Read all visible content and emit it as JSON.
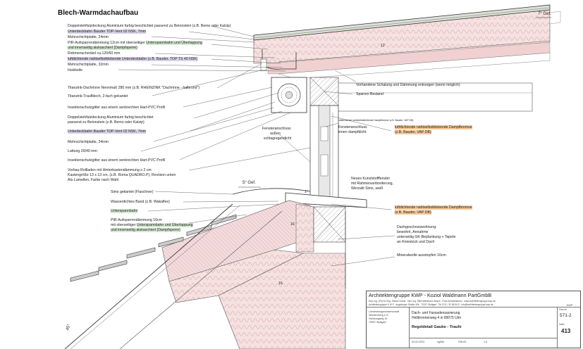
{
  "title": "Blech-Warmdachaufbau",
  "angles": {
    "top_roof": "7° Gef.",
    "sims": "5° Gef.",
    "vertical": "1°",
    "pitch": "45°"
  },
  "dims": {
    "rafter_top": "12",
    "rafter_lower": "16",
    "rafter_lower2": "16"
  },
  "left_labels_top": [
    {
      "text": "Doppelstehfalzdeckung Aluminium farbig beschichtet passend zu Betonstein (z.B. Bemo oder Kalzip)",
      "hl": ""
    },
    {
      "text": "Unterdeckbahn Bauder TOP-Vent 02 NSK, 7mm",
      "hl": "purple"
    },
    {
      "text": "Mehrschichtplatte, 24mm",
      "hl": ""
    },
    {
      "text": "PIR-Aufsparrendämmung 12cm mit oberseitiger Unterspannbahn und Überlappung",
      "hl": "green-part"
    },
    {
      "text": "und innenseitig alukaschiert (Dampfsperre)",
      "hl": "green"
    },
    {
      "text": "Rahmenschenkel ca.120/60 mm",
      "hl": ""
    },
    {
      "text": "luftdichtende nahtselbstklebende Unterdeckbahn (z.B. Bauder, TOP TS 40 NSK)",
      "hl": "purple"
    },
    {
      "text": "Mehrschichtplatte, 32mm",
      "hl": ""
    },
    {
      "text": "Holzkeile",
      "hl": ""
    }
  ],
  "left_labels_mid": [
    {
      "text": "Titanzink-Dachrinne Nennmaß 280 mm (z.B. RHEINZINK \"Dachrinne - halbrund\")",
      "hl": ""
    },
    {
      "text": "Titanzink-Traufblech, 2-fach gekantet",
      "hl": ""
    },
    {
      "text": "Insektenschutzgitter aus einem senkrechten Hart-PVC Profil",
      "hl": ""
    },
    {
      "text": "Doppelstehfalzdeckung Aluminium farbig beschichtet",
      "hl": ""
    },
    {
      "text": "passend zu Betonstein (z.B. Bemo oder Kalzip)",
      "hl": ""
    },
    {
      "text": "Unterdeckbahn Bauder TOP-Vent 02 NSK, 7mm",
      "hl": "purple"
    },
    {
      "text": "Mehrschichtplatte, 24mm",
      "hl": ""
    },
    {
      "text": "Lattung 20/40 mm",
      "hl": ""
    },
    {
      "text": "Insektenschutzgitter aus einem senkrechten Hart-PVC Profil",
      "hl": ""
    },
    {
      "text": "Vorbau-Rollladen mit Hinterkastendämmung ≥ 2 cm",
      "hl": ""
    },
    {
      "text": "Kastengröße 13 x 13 cm, (z.B. Roma QUADRO.P), Revision unten",
      "hl": ""
    },
    {
      "text": "Alu Lamellen, Farbe nach Wahl",
      "hl": ""
    }
  ],
  "left_labels_low": [
    {
      "text": "Sims gekantet (Flaschner)",
      "hl": ""
    },
    {
      "text": "Wasserdichtes Band (z.B. Wakaflex)",
      "hl": ""
    },
    {
      "text": "Unterspannbahn",
      "hl": "green"
    },
    {
      "text": "PIR-Aufsparrendämmung 16cm",
      "hl": ""
    },
    {
      "text": "mit oberseitiger Unterspannbahn und Überlappung",
      "hl": "green-part2"
    },
    {
      "text": "und innenseitig alukaschiert (Dampfsperre)",
      "hl": "green"
    }
  ],
  "green_part": {
    "pre": "PIR-Aufsparrendämmung 12cm mit oberseitiger ",
    "hl": "Unterspannbahn und Überlappung"
  },
  "green_part2": {
    "pre": "mit oberseitiger ",
    "hl": "Unterspannbahn und Überlappung"
  },
  "right_labels": {
    "schalung": "Vorhandene Schalung und Dämmung entsorgen (wenn möglich)",
    "sparren": "Sparren Bestand",
    "small_note": "luftdichtende nahtselbstklebende Dampfbremse (z.B. Bauder, VAP DB)",
    "dampf1_a": "luftdichtende nahtselbstklebende Dampfbremse",
    "dampf1_b": "(z.B. Bauder, VAP DB)",
    "fa_1": "Fensteranschluss",
    "fa_2": "außen",
    "fa_3": "schlagregendicht",
    "fi_1": "Fensteranschluss",
    "fi_2": "innen dampfdicht",
    "fenster_1": "Neues Kunststofffenster",
    "fenster_2": "mit Rahmenverbreiterung,",
    "fenster_3": "Werzalit Sims, weiß",
    "dampf2_a": "luftdichtende nahtselbstklebende Dampfbremse",
    "dampf2_b": "(z.B. Bauder, VAP DB)",
    "dg_1": "Dachgeschosswohnung:",
    "dg_2": "bewohnt, Annahme",
    "dg_3": "unterseitig GK-Beplankung + Tapete",
    "dg_4": "an Kniestock und Dach",
    "mineral": "Mineralwolle ausstopfen 16cm"
  },
  "title_block": {
    "firm": "Architektengruppe KWP - Koziol Waldmann PartGmbB",
    "address": "Dipl.-Ing. (FH) M. Eng. Sabine Koziol · Dipl.-Ing. Silke Waldmann-Bosch · Freie Architektinnen · www.architektengruppe-kwp.de",
    "address2": "Architektengruppe K W P · Augsburger Straße 406 · 70327 Stuttgart · Tel 0711 / 30 58 54-0 · info@architektengruppe-kwp.de",
    "client_1": "Landesbaugenossenschaft",
    "client_2": "Württemberg e.G.",
    "client_3": "Hamburgweg 16",
    "client_4": "70597 Stuttgart",
    "project_1": "Dach- und Fassadensanierung",
    "project_2": "Heilbronnerweg 4 in 89075 Ulm",
    "drawing": "Regeldetail Gaube - Traufe",
    "plan_no_label": "Plan-Nr.",
    "plan_no": "571-2",
    "index_label": "Index",
    "index": "413",
    "date": "30.04.2024",
    "drawn": "sg/MA",
    "format": "DIN A3",
    "scale": "1:5",
    "logo": "KWP"
  }
}
